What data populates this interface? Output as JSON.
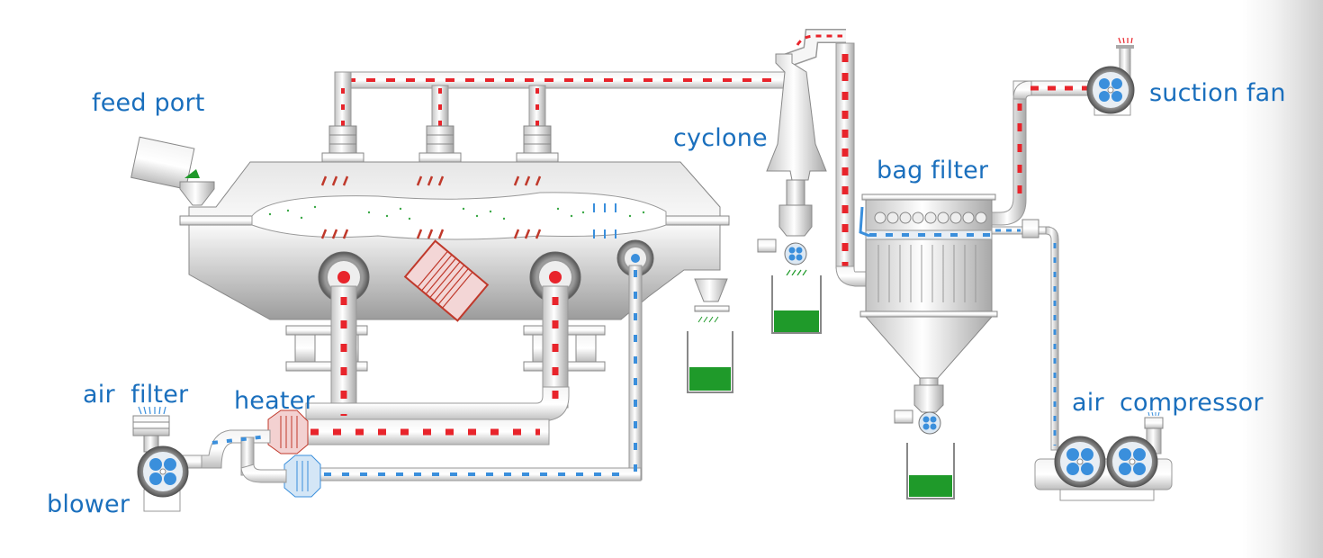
{
  "diagram": {
    "title": "Fluid bed dryer process flow",
    "label_color": "#1a6fbd",
    "hot_air_color": "#e8242b",
    "cool_air_color": "#3a8fdc",
    "product_color": "#1f9a2a",
    "labels": {
      "feed_port": "feed port",
      "cyclone": "cyclone",
      "bag_filter": "bag filter",
      "suction_fan": "suction fan",
      "air_filter": "air  filter",
      "heater": "heater",
      "blower": "blower",
      "air": "air",
      "compressor": "compressor"
    }
  }
}
